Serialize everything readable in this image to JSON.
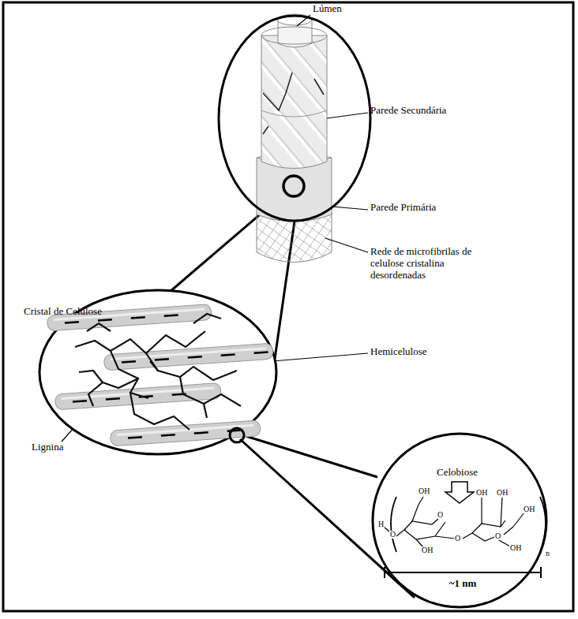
{
  "diagram": {
    "labels": [
      "Lúmen",
      "Parede Secundária",
      "Parede Primária",
      "Rede de microfibrilas de celulose cristalina desordenadas",
      "Cristal de Celulose",
      "Hemicelulose",
      "Lignina",
      "Celobiose",
      "~1 nm",
      "H",
      "O",
      "OH",
      "O",
      "OH",
      "O",
      "OH",
      "OH",
      "O",
      "OH",
      "OH",
      "n"
    ]
  }
}
